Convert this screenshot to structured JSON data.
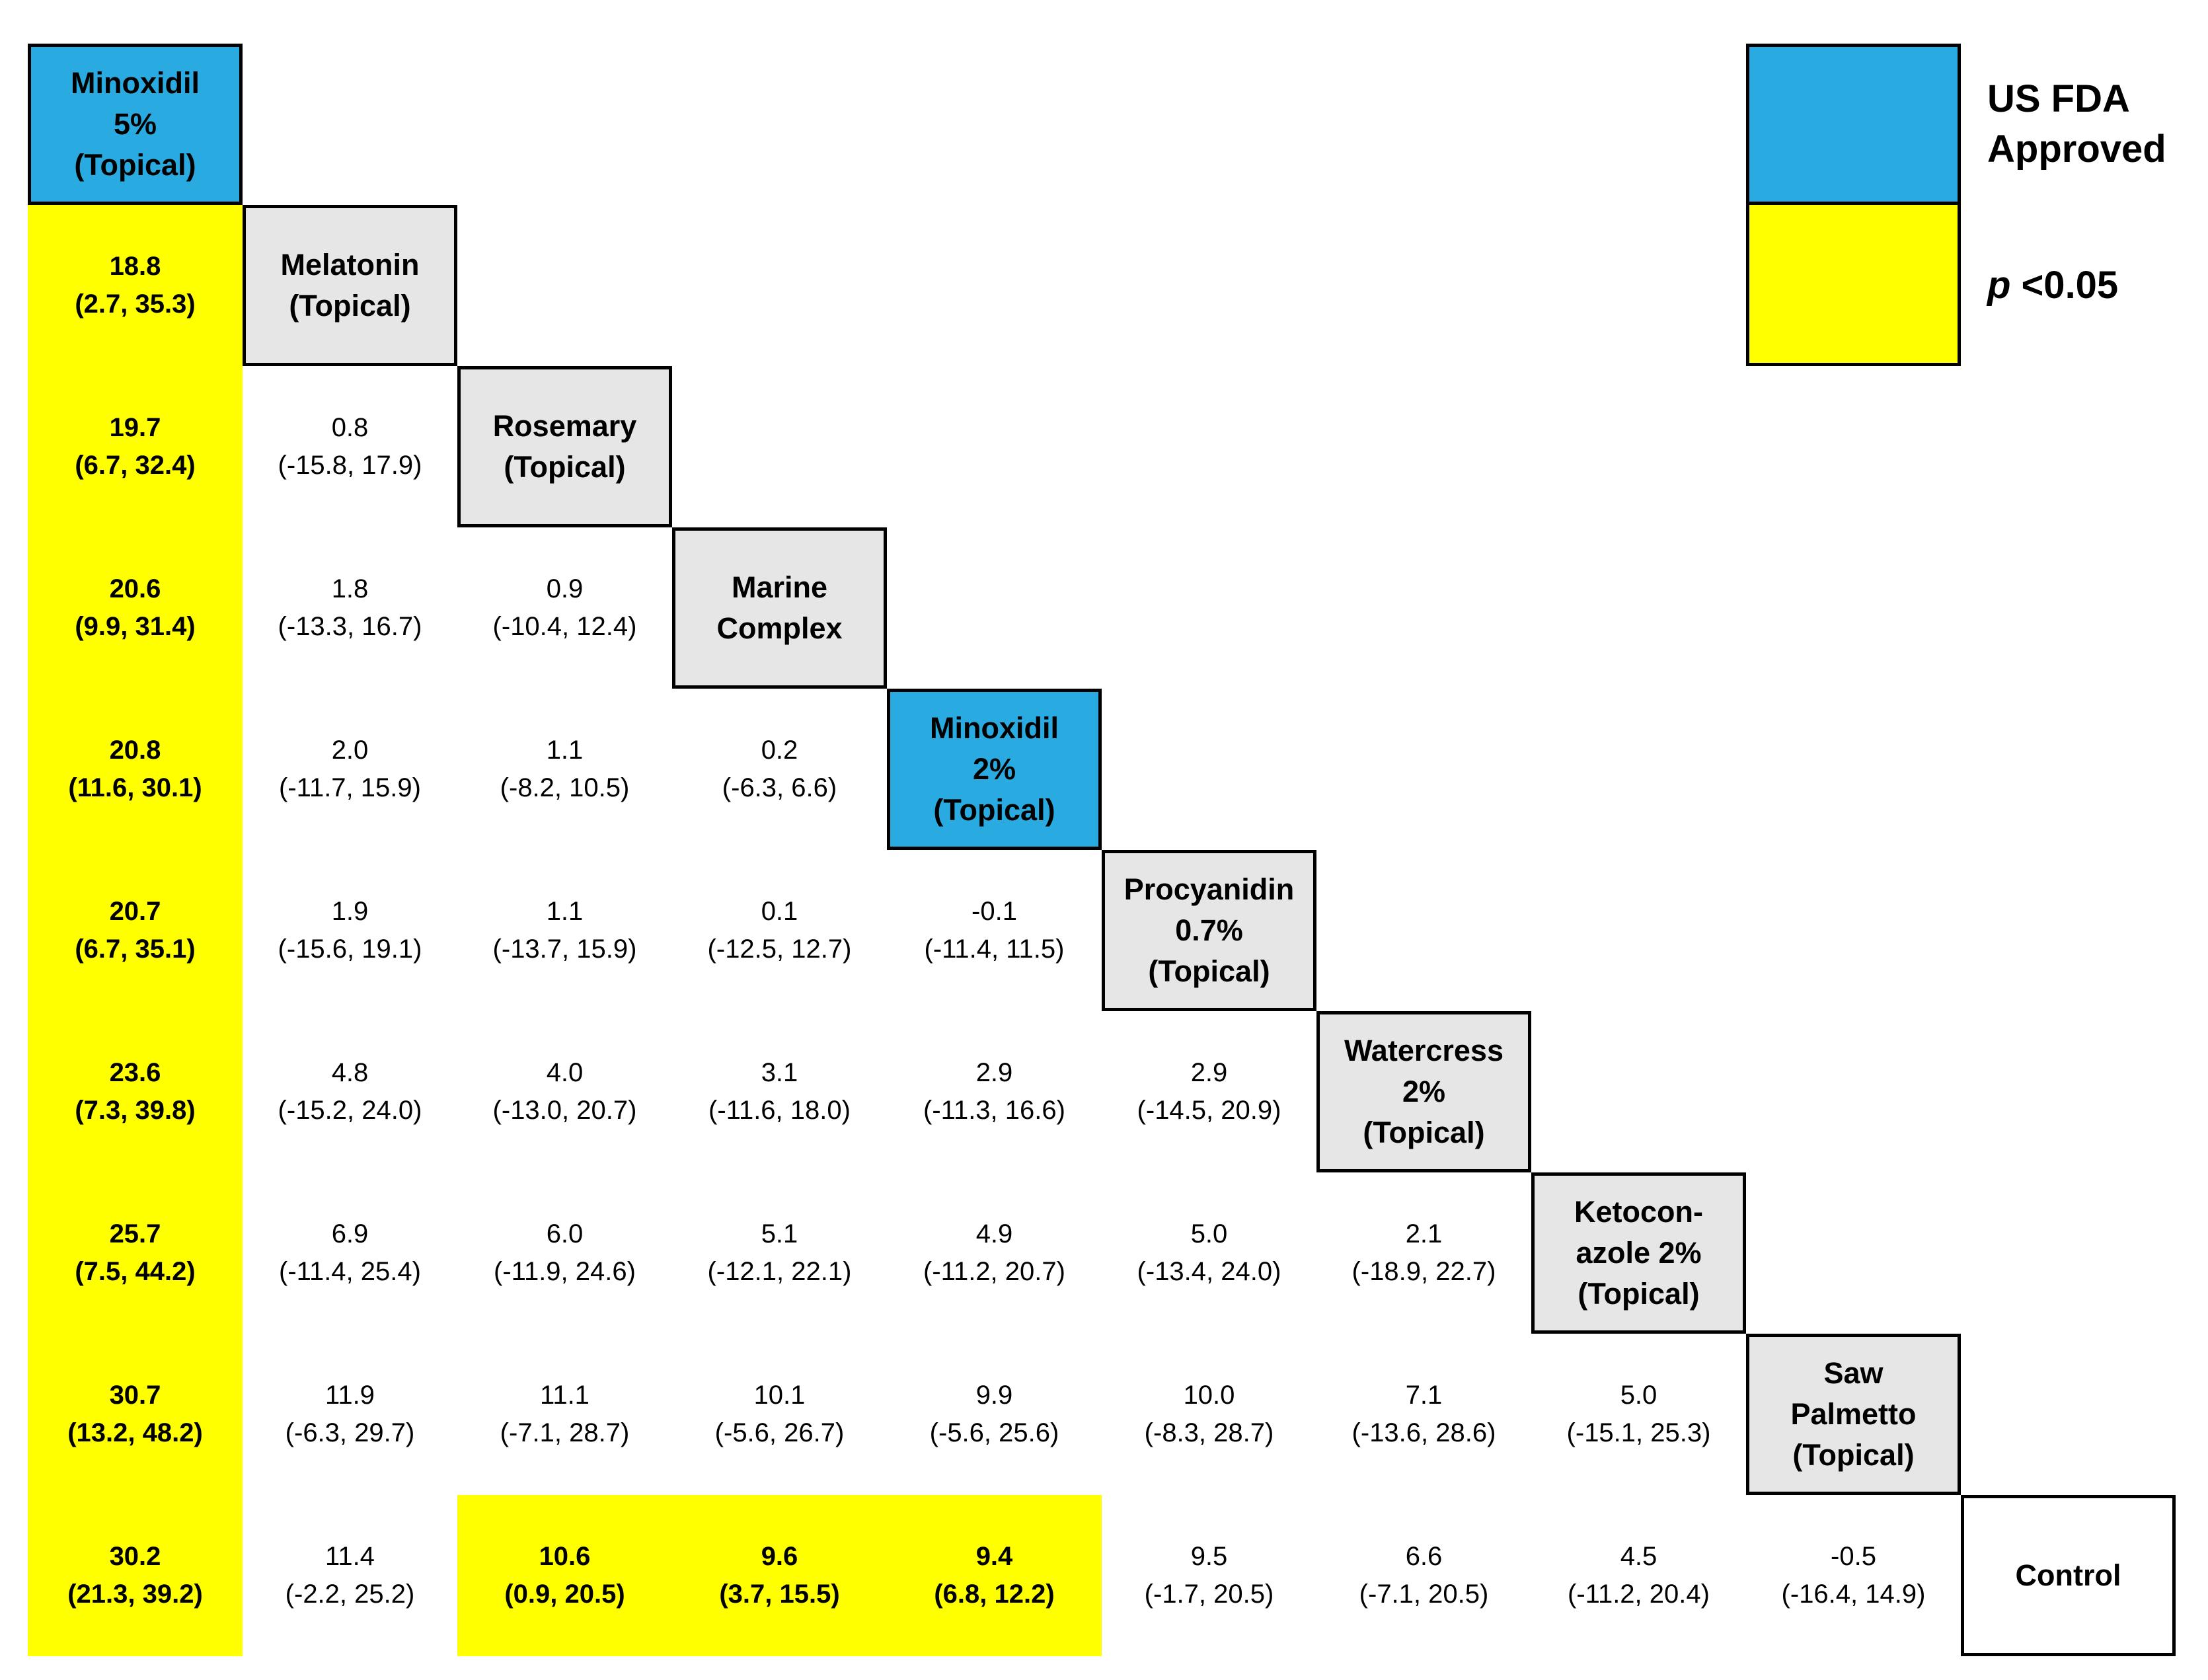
{
  "legend": {
    "fda_line1": "US FDA",
    "fda_line2": "Approved",
    "p_symbol": "p",
    "p_threshold": "<0.05"
  },
  "colors": {
    "fda_approved_blue": "#29ABE2",
    "significant_yellow": "#FFFF00",
    "treatment_gray": "#E6E6E6",
    "border_black": "#000000"
  },
  "chart_data": {
    "type": "table",
    "subtype": "network-meta-analysis league table (lower triangle); each cell = effect estimate with 95% CI for row treatment vs column treatment",
    "legend": [
      {
        "color": "#29ABE2",
        "label": "US FDA Approved"
      },
      {
        "color": "#FFFF00",
        "label": "p <0.05"
      }
    ],
    "treatments": [
      {
        "name": "Minoxidil 5% (Topical)",
        "label_lines": [
          "Minoxidil",
          "5%",
          "(Topical)"
        ],
        "fda_approved": true
      },
      {
        "name": "Melatonin (Topical)",
        "label_lines": [
          "Melatonin",
          "(Topical)"
        ],
        "fda_approved": false
      },
      {
        "name": "Rosemary (Topical)",
        "label_lines": [
          "Rosemary",
          "(Topical)"
        ],
        "fda_approved": false
      },
      {
        "name": "Marine Complex",
        "label_lines": [
          "Marine",
          "Complex"
        ],
        "fda_approved": false
      },
      {
        "name": "Minoxidil 2% (Topical)",
        "label_lines": [
          "Minoxidil",
          "2%",
          "(Topical)"
        ],
        "fda_approved": true
      },
      {
        "name": "Procyanidin 0.7% (Topical)",
        "label_lines": [
          "Procyanidin",
          "0.7%",
          "(Topical)"
        ],
        "fda_approved": false
      },
      {
        "name": "Watercress 2% (Topical)",
        "label_lines": [
          "Watercress",
          "2%",
          "(Topical)"
        ],
        "fda_approved": false
      },
      {
        "name": "Ketoconazole 2% (Topical)",
        "label_lines": [
          "Ketocon-",
          "azole 2%",
          "(Topical)"
        ],
        "fda_approved": false
      },
      {
        "name": "Saw Palmetto (Topical)",
        "label_lines": [
          "Saw",
          "Palmetto",
          "(Topical)"
        ],
        "fda_approved": false
      },
      {
        "name": "Control",
        "label_lines": [
          "Control"
        ],
        "fda_approved": false
      }
    ],
    "rows": [
      {
        "treatment": "Melatonin (Topical)",
        "cells": [
          {
            "v": "18.8",
            "ci": "(2.7, 35.3)",
            "sig": true
          }
        ]
      },
      {
        "treatment": "Rosemary (Topical)",
        "cells": [
          {
            "v": "19.7",
            "ci": "(6.7, 32.4)",
            "sig": true
          },
          {
            "v": "0.8",
            "ci": "(-15.8, 17.9)",
            "sig": false
          }
        ]
      },
      {
        "treatment": "Marine Complex",
        "cells": [
          {
            "v": "20.6",
            "ci": "(9.9, 31.4)",
            "sig": true
          },
          {
            "v": "1.8",
            "ci": "(-13.3, 16.7)",
            "sig": false
          },
          {
            "v": "0.9",
            "ci": "(-10.4, 12.4)",
            "sig": false
          }
        ]
      },
      {
        "treatment": "Minoxidil 2% (Topical)",
        "cells": [
          {
            "v": "20.8",
            "ci": "(11.6, 30.1)",
            "sig": true
          },
          {
            "v": "2.0",
            "ci": "(-11.7, 15.9)",
            "sig": false
          },
          {
            "v": "1.1",
            "ci": "(-8.2, 10.5)",
            "sig": false
          },
          {
            "v": "0.2",
            "ci": "(-6.3, 6.6)",
            "sig": false
          }
        ]
      },
      {
        "treatment": "Procyanidin 0.7% (Topical)",
        "cells": [
          {
            "v": "20.7",
            "ci": "(6.7, 35.1)",
            "sig": true
          },
          {
            "v": "1.9",
            "ci": "(-15.6, 19.1)",
            "sig": false
          },
          {
            "v": "1.1",
            "ci": "(-13.7, 15.9)",
            "sig": false
          },
          {
            "v": "0.1",
            "ci": "(-12.5, 12.7)",
            "sig": false
          },
          {
            "v": "-0.1",
            "ci": "(-11.4, 11.5)",
            "sig": false
          }
        ]
      },
      {
        "treatment": "Watercress 2% (Topical)",
        "cells": [
          {
            "v": "23.6",
            "ci": "(7.3, 39.8)",
            "sig": true
          },
          {
            "v": "4.8",
            "ci": "(-15.2, 24.0)",
            "sig": false
          },
          {
            "v": "4.0",
            "ci": "(-13.0, 20.7)",
            "sig": false
          },
          {
            "v": "3.1",
            "ci": "(-11.6, 18.0)",
            "sig": false
          },
          {
            "v": "2.9",
            "ci": "(-11.3, 16.6)",
            "sig": false
          },
          {
            "v": "2.9",
            "ci": "(-14.5, 20.9)",
            "sig": false
          }
        ]
      },
      {
        "treatment": "Ketoconazole 2% (Topical)",
        "cells": [
          {
            "v": "25.7",
            "ci": "(7.5, 44.2)",
            "sig": true
          },
          {
            "v": "6.9",
            "ci": "(-11.4, 25.4)",
            "sig": false
          },
          {
            "v": "6.0",
            "ci": "(-11.9, 24.6)",
            "sig": false
          },
          {
            "v": "5.1",
            "ci": "(-12.1, 22.1)",
            "sig": false
          },
          {
            "v": "4.9",
            "ci": "(-11.2, 20.7)",
            "sig": false
          },
          {
            "v": "5.0",
            "ci": "(-13.4, 24.0)",
            "sig": false
          },
          {
            "v": "2.1",
            "ci": "(-18.9, 22.7)",
            "sig": false
          }
        ]
      },
      {
        "treatment": "Saw Palmetto (Topical)",
        "cells": [
          {
            "v": "30.7",
            "ci": "(13.2, 48.2)",
            "sig": true
          },
          {
            "v": "11.9",
            "ci": "(-6.3, 29.7)",
            "sig": false
          },
          {
            "v": "11.1",
            "ci": "(-7.1, 28.7)",
            "sig": false
          },
          {
            "v": "10.1",
            "ci": "(-5.6, 26.7)",
            "sig": false
          },
          {
            "v": "9.9",
            "ci": "(-5.6, 25.6)",
            "sig": false
          },
          {
            "v": "10.0",
            "ci": "(-8.3, 28.7)",
            "sig": false
          },
          {
            "v": "7.1",
            "ci": "(-13.6, 28.6)",
            "sig": false
          },
          {
            "v": "5.0",
            "ci": "(-15.1, 25.3)",
            "sig": false
          }
        ]
      },
      {
        "treatment": "Control",
        "cells": [
          {
            "v": "30.2",
            "ci": "(21.3, 39.2)",
            "sig": true
          },
          {
            "v": "11.4",
            "ci": "(-2.2, 25.2)",
            "sig": false
          },
          {
            "v": "10.6",
            "ci": "(0.9, 20.5)",
            "sig": true
          },
          {
            "v": "9.6",
            "ci": "(3.7, 15.5)",
            "sig": true
          },
          {
            "v": "9.4",
            "ci": "(6.8, 12.2)",
            "sig": true
          },
          {
            "v": "9.5",
            "ci": "(-1.7, 20.5)",
            "sig": false
          },
          {
            "v": "6.6",
            "ci": "(-7.1, 20.5)",
            "sig": false
          },
          {
            "v": "4.5",
            "ci": "(-11.2, 20.4)",
            "sig": false
          },
          {
            "v": "-0.5",
            "ci": "(-16.4, 14.9)",
            "sig": false
          }
        ]
      }
    ]
  }
}
